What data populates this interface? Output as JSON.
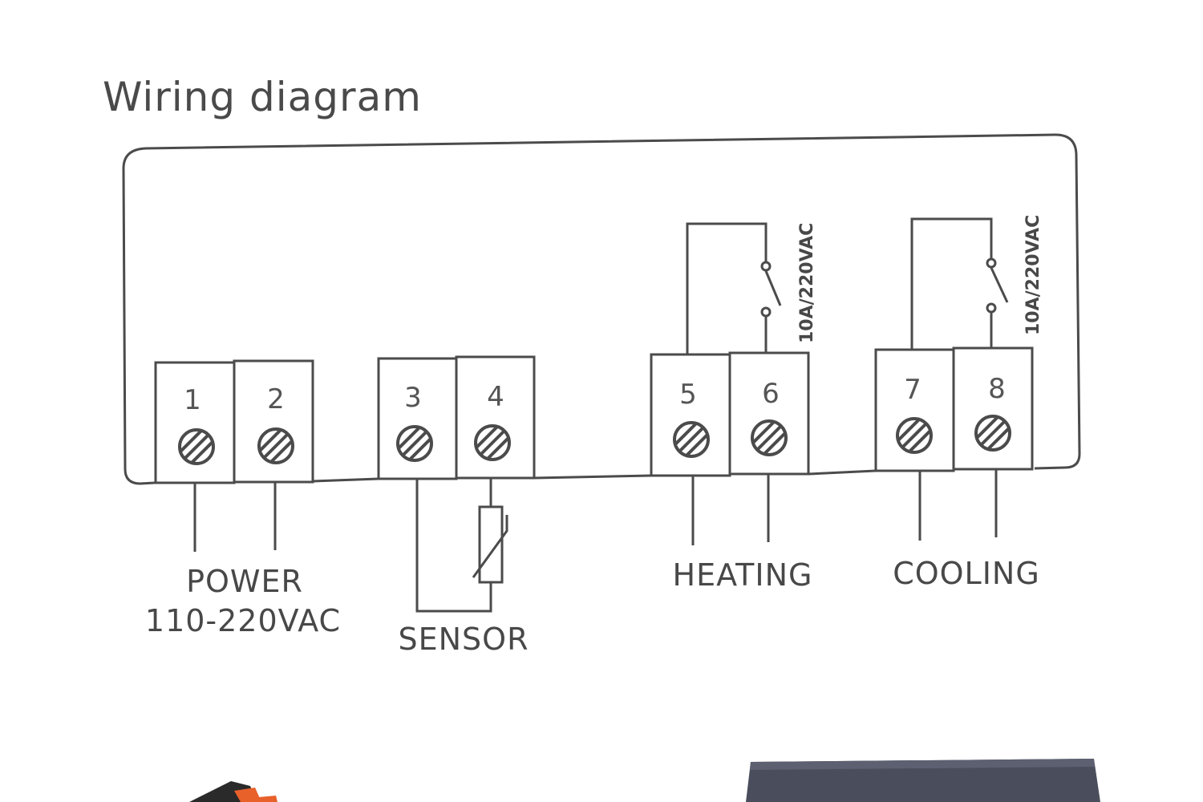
{
  "title": "Wiring diagram",
  "terminals": [
    "1",
    "2",
    "3",
    "4",
    "5",
    "6",
    "7",
    "8"
  ],
  "labels": {
    "power_line1": "POWER",
    "power_line2": "110-220VAC",
    "sensor": "SENSOR",
    "heating": "HEATING",
    "cooling": "COOLING"
  },
  "relay_ratings": {
    "heating": "10A/220VAC",
    "cooling": "10A/220VAC"
  },
  "colors": {
    "line": "#4b4b4b",
    "text": "#484848",
    "background": "#ffffff",
    "device_dark": "#4a4e5c",
    "device_accent": "#e8602a"
  }
}
